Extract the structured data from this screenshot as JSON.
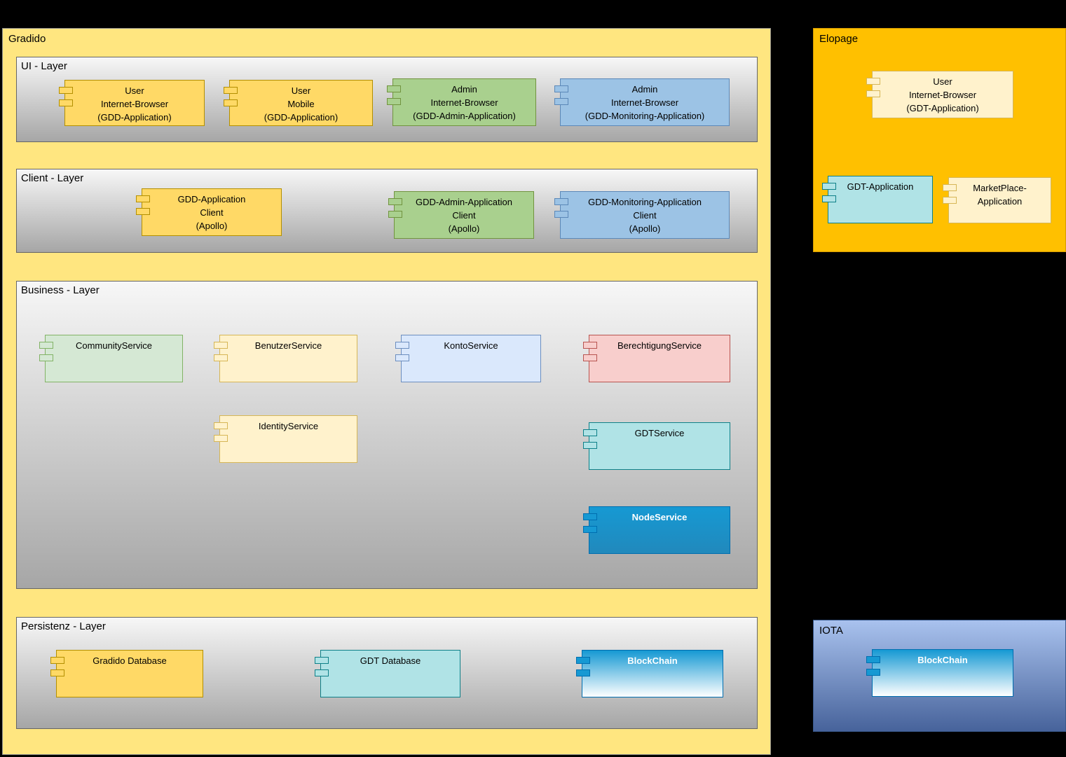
{
  "containers": {
    "gradido": {
      "label": "Gradido"
    },
    "elopage": {
      "label": "Elopage"
    },
    "iota": {
      "label": "IOTA"
    }
  },
  "layers": {
    "ui": {
      "label": "UI - Layer"
    },
    "client": {
      "label": "Client - Layer"
    },
    "business": {
      "label": "Business - Layer"
    },
    "persistenz": {
      "label": "Persistenz - Layer"
    }
  },
  "components": {
    "ui_user_browser": {
      "label": "User\nInternet-Browser\n(GDD-Application)"
    },
    "ui_user_mobile": {
      "label": "User\nMobile\n(GDD-Application)"
    },
    "ui_admin_browser": {
      "label": "Admin\nInternet-Browser\n(GDD-Admin-Application)"
    },
    "ui_admin_monitoring": {
      "label": "Admin\nInternet-Browser\n(GDD-Monitoring-Application)"
    },
    "client_gdd": {
      "label": "GDD-Application\nClient\n(Apollo)"
    },
    "client_admin": {
      "label": "GDD-Admin-Application\nClient\n(Apollo)"
    },
    "client_monitoring": {
      "label": "GDD-Monitoring-Application\nClient\n(Apollo)"
    },
    "community_service": {
      "label": "CommunityService"
    },
    "benutzer_service": {
      "label": "BenutzerService"
    },
    "konto_service": {
      "label": "KontoService"
    },
    "berechtigung_service": {
      "label": "BerechtigungService"
    },
    "identity_service": {
      "label": "IdentityService"
    },
    "gdt_service": {
      "label": "GDTService"
    },
    "node_service": {
      "label": "NodeService"
    },
    "gradido_database": {
      "label": "Gradido Database"
    },
    "gdt_database": {
      "label": "GDT Database"
    },
    "blockchain_persistenz": {
      "label": "BlockChain"
    },
    "elopage_user_browser": {
      "label": "User\nInternet-Browser\n(GDT-Application)"
    },
    "gdt_application": {
      "label": "GDT-Application"
    },
    "marketplace_application": {
      "label": "MarketPlace-\nApplication"
    },
    "iota_blockchain": {
      "label": "BlockChain"
    }
  },
  "colors": {
    "background": "#000000",
    "gradido_fill": "#FFE680",
    "elopage_fill": "#FFC000",
    "iota_gradient_top": "#A9C2EE",
    "iota_gradient_bottom": "#47639B",
    "layer_gradient_top": "#F7F7F7",
    "layer_gradient_bottom": "#A6A6A6",
    "yellow": "#FFD966",
    "light_yellow": "#FFF2CC",
    "green": "#A9D08E",
    "light_green": "#D5E8D4",
    "blue": "#9CC3E5",
    "light_blue": "#DAE8FC",
    "pink": "#F8CECC",
    "teal": "#B0E3E6",
    "node_blue": "#1699D3"
  }
}
